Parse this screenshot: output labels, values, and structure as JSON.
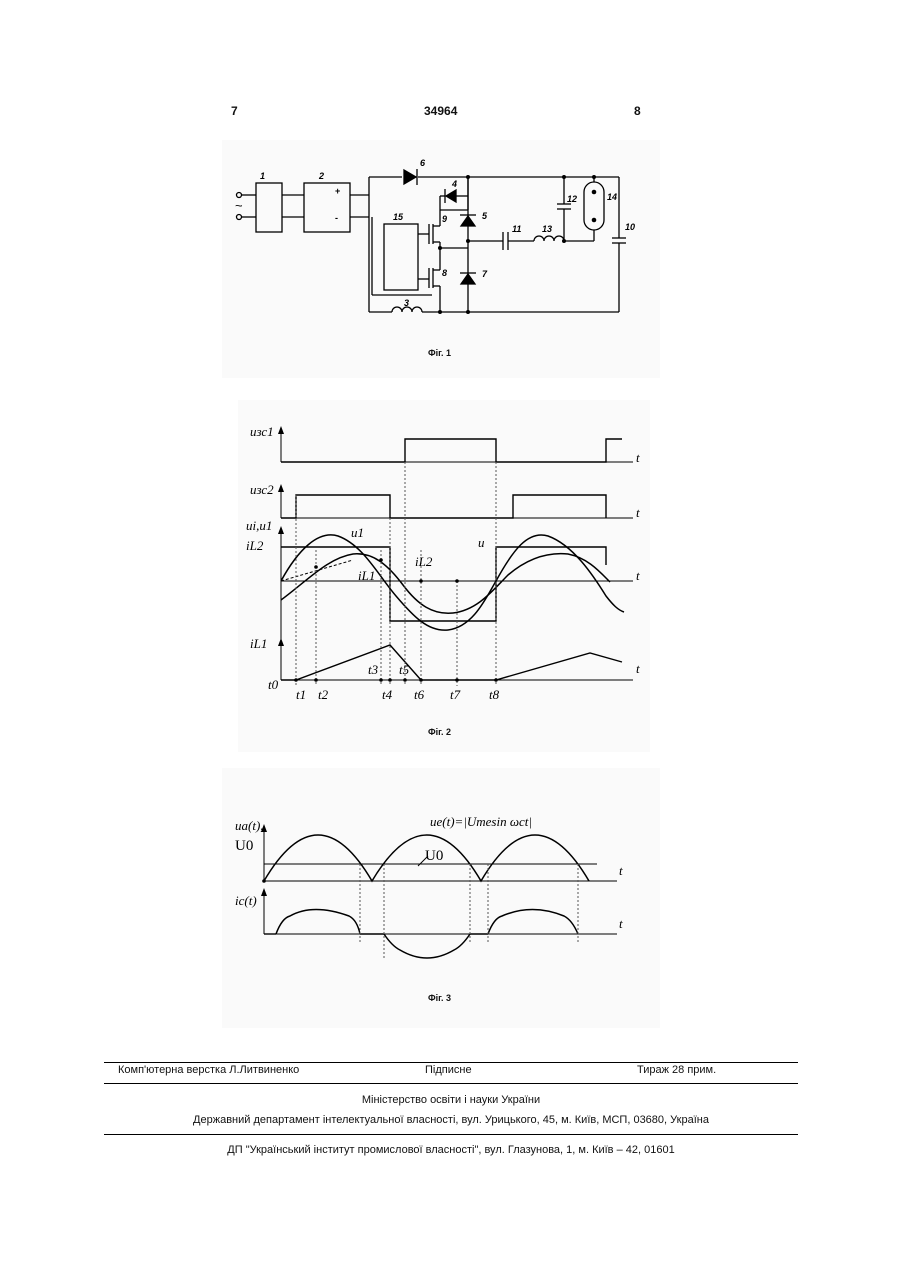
{
  "header": {
    "left_page": "7",
    "patent_number": "34964",
    "right_page": "8"
  },
  "fig1": {
    "caption": "Фіг. 1",
    "components": [
      "1",
      "2",
      "3",
      "4",
      "5",
      "6",
      "7",
      "8",
      "9",
      "10",
      "11",
      "12",
      "13",
      "14",
      "15"
    ],
    "terminal_symbol": "~",
    "plus": "+",
    "minus": "-"
  },
  "fig2": {
    "caption": "Фіг. 2",
    "labels": {
      "u_zs1": "uзс1",
      "u_zs2": "uзс2",
      "u_i_u1": "ui,u1",
      "i_L2": "iL2",
      "i_L1": "iL1",
      "u1": "u1",
      "u": "u",
      "i_L1_curve": "iL1",
      "i_L2_curve": "iL2",
      "t": "t"
    },
    "time_marks": [
      "t0",
      "t1",
      "t2",
      "t3",
      "t4",
      "t5",
      "t6",
      "t7",
      "t8"
    ]
  },
  "fig3": {
    "caption": "Фіг. 3",
    "labels": {
      "ua": "ua(t),",
      "U0": "U0",
      "formula": "ue(t)=|Umesin ωct|",
      "U0_curve": "U0",
      "ic": "ic(t)",
      "t": "t"
    }
  },
  "footer": {
    "layout": "Комп'ютерна верстка Л.Литвиненко",
    "signed": "Підписне",
    "circulation": "Тираж 28 прим.",
    "ministry": "Міністерство освіти і науки України",
    "department": "Державний департамент інтелектуальної власності, вул. Урицького, 45, м. Київ, МСП, 03680, Україна",
    "institute": "ДП \"Український інститут промислової власності\", вул. Глазунова, 1, м. Київ – 42, 01601"
  }
}
